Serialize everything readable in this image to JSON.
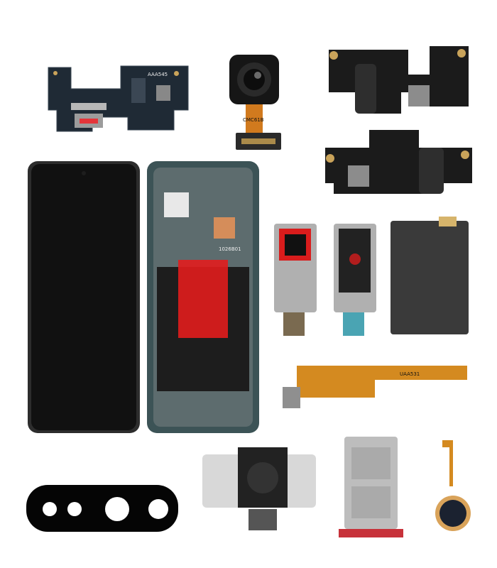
{
  "labels": {
    "sub_board_a": "AAA545",
    "camera_a": "CMC61B",
    "midframe": "1026B01",
    "flex": "UAA531"
  }
}
